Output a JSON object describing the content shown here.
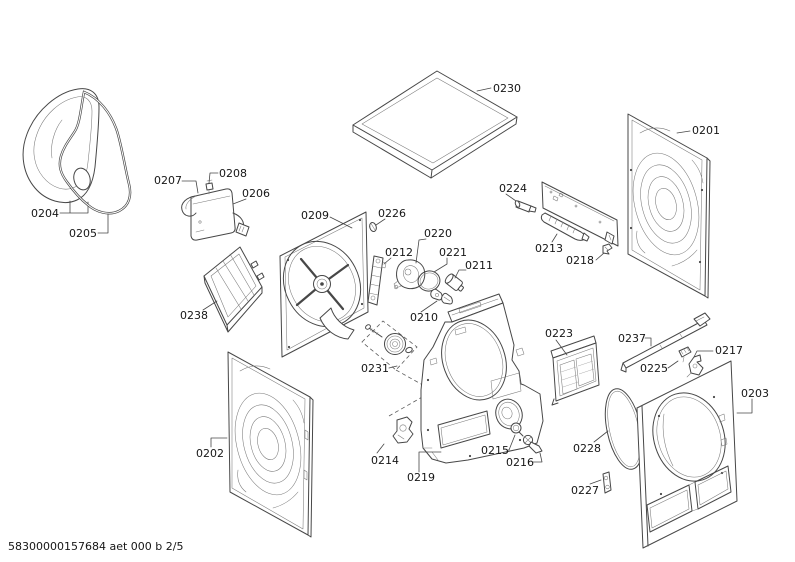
{
  "document": {
    "footer_text": "58300000157684 aet 000 b 2/5"
  },
  "diagram": {
    "type": "exploded-parts-diagram",
    "subject": "laundry dryer cabinet and panel assembly"
  },
  "parts": {
    "p0201": "0201",
    "p0202": "0202",
    "p0203": "0203",
    "p0204": "0204",
    "p0205": "0205",
    "p0206": "0206",
    "p0207": "0207",
    "p0208": "0208",
    "p0209": "0209",
    "p0210": "0210",
    "p0211": "0211",
    "p0212": "0212",
    "p0213": "0213",
    "p0214": "0214",
    "p0215": "0215",
    "p0216": "0216",
    "p0217": "0217",
    "p0218": "0218",
    "p0219": "0219",
    "p0220": "0220",
    "p0221": "0221",
    "p0223": "0223",
    "p0224": "0224",
    "p0225": "0225",
    "p0226": "0226",
    "p0227": "0227",
    "p0228": "0228",
    "p0230": "0230",
    "p0231": "0231",
    "p0237": "0237",
    "p0238": "0238"
  }
}
